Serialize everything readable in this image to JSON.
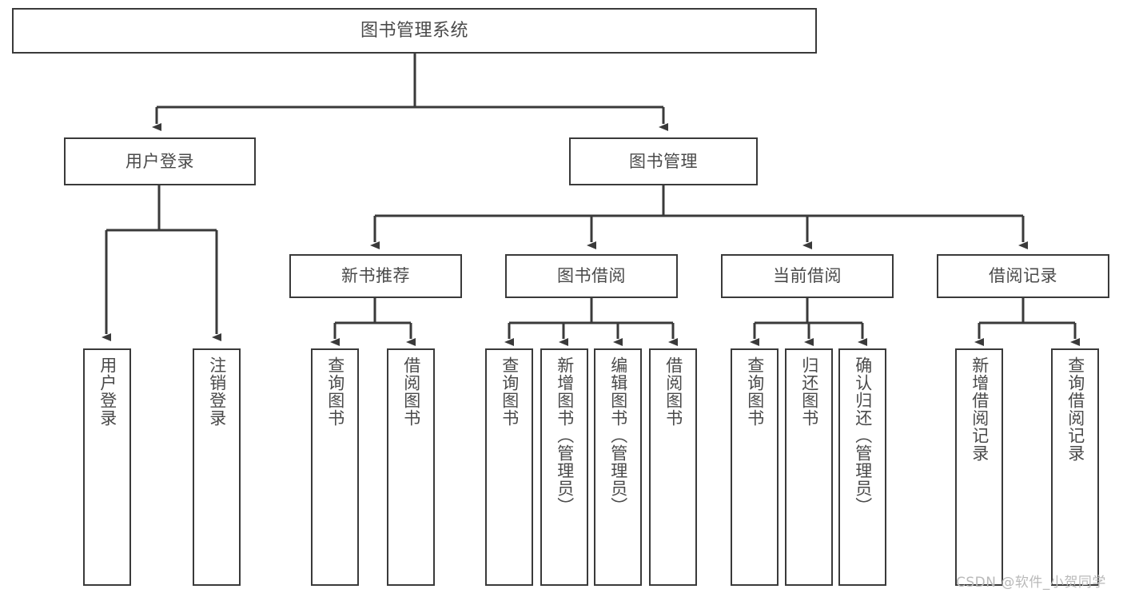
{
  "diagram": {
    "title": "图书管理系统",
    "type": "hierarchy-tree",
    "stroke_color": "#3a3a3a",
    "text_color": "#4a4a4a",
    "background_color": "#ffffff",
    "nodes": {
      "root": {
        "label": "图书管理系统"
      },
      "level2": [
        {
          "id": "user-login",
          "label": "用户登录"
        },
        {
          "id": "book-management",
          "label": "图书管理"
        }
      ],
      "level3": [
        {
          "id": "new-book-recommend",
          "label": "新书推荐"
        },
        {
          "id": "book-borrow",
          "label": "图书借阅"
        },
        {
          "id": "current-borrow",
          "label": "当前借阅"
        },
        {
          "id": "borrow-record",
          "label": "借阅记录"
        }
      ],
      "leaves": {
        "user_login": [
          {
            "id": "leaf-user-login",
            "label": "用户登录"
          },
          {
            "id": "leaf-logout-login",
            "label": "注销登录"
          }
        ],
        "new_book_recommend": [
          {
            "id": "leaf-query-book-1",
            "label": "查询图书"
          },
          {
            "id": "leaf-borrow-book-1",
            "label": "借阅图书"
          }
        ],
        "book_borrow": [
          {
            "id": "leaf-query-book-2",
            "label": "查询图书"
          },
          {
            "id": "leaf-add-book",
            "label": "新增图书（管理员）"
          },
          {
            "id": "leaf-edit-book",
            "label": "编辑图书（管理员）"
          },
          {
            "id": "leaf-borrow-book-2",
            "label": "借阅图书"
          }
        ],
        "current_borrow": [
          {
            "id": "leaf-query-book-3",
            "label": "查询图书"
          },
          {
            "id": "leaf-return-book",
            "label": "归还图书"
          },
          {
            "id": "leaf-confirm-return",
            "label": "确认归还（管理员）"
          }
        ],
        "borrow_record": [
          {
            "id": "leaf-add-record",
            "label": "新增借阅记录"
          },
          {
            "id": "leaf-query-record",
            "label": "查询借阅记录"
          }
        ]
      }
    },
    "watermark": "CSDN @软件_小贺同学"
  }
}
